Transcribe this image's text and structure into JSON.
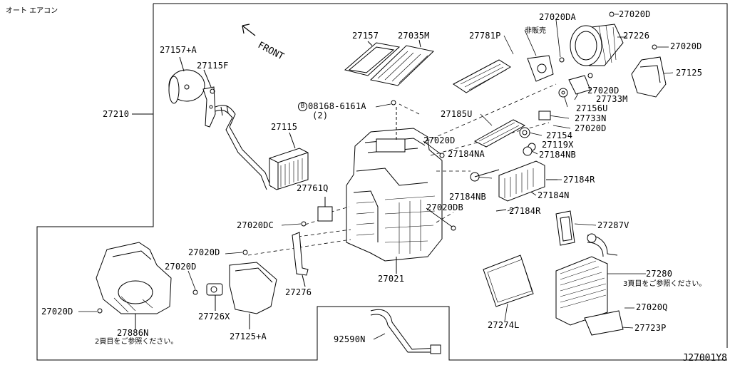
{
  "header_note": "オート エアコン",
  "drawing_id": "J27001Y8",
  "front_label": "FRONT",
  "bolt_prefix": "B",
  "labels": {
    "p27157A": "27157+A",
    "p27115F": "27115F",
    "p27210": "27210",
    "p27115": "27115",
    "p27761Q": "27761Q",
    "p27020DC": "27020DC",
    "p27020D_a": "27020D",
    "p27020D_b": "27020D",
    "p27020D_c": "27020D",
    "p27726X": "27726X",
    "p27125A": "27125+A",
    "p27886N": "27886N",
    "p27276": "27276",
    "p27021": "27021",
    "p92590N": "92590N",
    "p27157": "27157",
    "p27035M": "27035M",
    "p08168": "08168-6161A",
    "p08168_qty": "(2)",
    "p27020D_d": "27020D",
    "p27020DB": "27020DB",
    "p27781P": "27781P",
    "p_hanbai": "非販売",
    "p27020DA": "27020DA",
    "p27020D_e": "27020D",
    "p27226": "27226",
    "p27020D_f": "27020D",
    "p27125": "27125",
    "p27020D_g": "27020D",
    "p27733M": "27733M",
    "p27156U": "27156U",
    "p27733N": "27733N",
    "p27020D_h": "27020D",
    "p27185U": "27185U",
    "p27154": "27154",
    "p27119X": "27119X",
    "p27184NA": "27184NA",
    "p27184NB_a": "27184NB",
    "p27184R_a": "27184R",
    "p27184NB_b": "27184NB",
    "p27184N": "27184N",
    "p27184R_b": "27184R",
    "p27287V": "27287V",
    "p27280": "27280",
    "p27274L": "27274L",
    "p27020Q": "27020Q",
    "p27723P": "27723P"
  },
  "notes": {
    "see_page3": "3頁目をご参照ください。",
    "see_page2": "2頁目をご参照ください。"
  }
}
